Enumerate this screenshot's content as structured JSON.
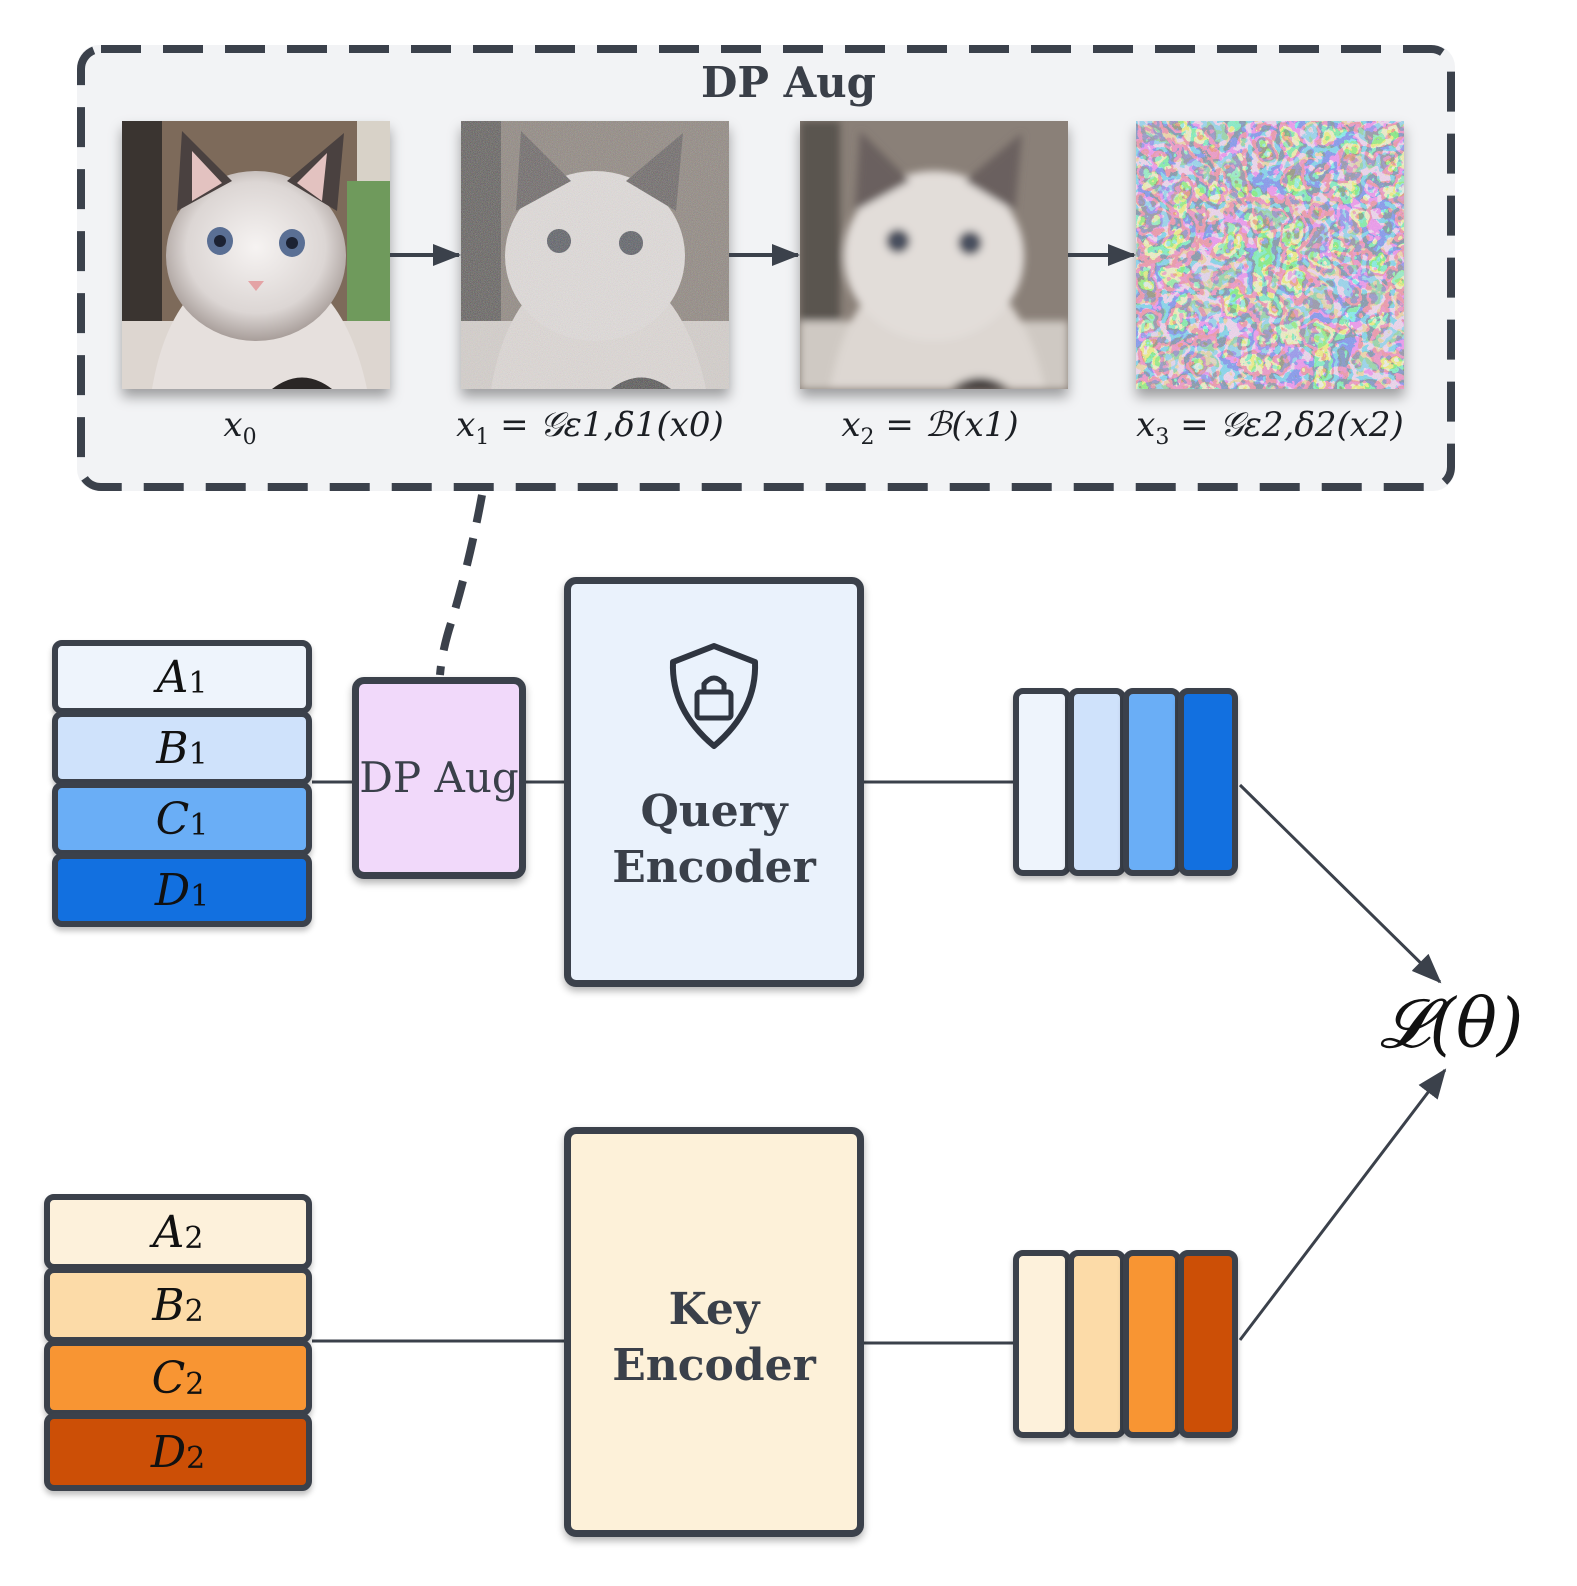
{
  "dp_panel": {
    "title": "DP Aug",
    "captions": [
      {
        "lhs": "x",
        "lhs_sub": "0",
        "rhs": ""
      },
      {
        "lhs": "x",
        "lhs_sub": "1",
        "rhs": "= 𝒢ε1,δ1(x0)"
      },
      {
        "lhs": "x",
        "lhs_sub": "2",
        "rhs": "= ℬ(x1)"
      },
      {
        "lhs": "x",
        "lhs_sub": "3",
        "rhs": "= 𝒢ε2,δ2(x2)"
      }
    ],
    "images": [
      "kitten-original",
      "kitten-gaussian-noise",
      "kitten-blurred",
      "kitten-heavy-noise"
    ]
  },
  "query_branch": {
    "stack": [
      {
        "letter": "A",
        "sub": "1",
        "color": "#eef4fc"
      },
      {
        "letter": "B",
        "sub": "1",
        "color": "#cfe2fb"
      },
      {
        "letter": "C",
        "sub": "1",
        "color": "#6aaef6"
      },
      {
        "letter": "D",
        "sub": "1",
        "color": "#1270e0"
      }
    ],
    "aug_box": {
      "label": "DP Aug",
      "color": "#f1d9fa"
    },
    "encoder": {
      "line1": "Query",
      "line2": "Encoder",
      "color": "#eaf2fc",
      "icon": "shield-lock-icon"
    },
    "vector_colors": [
      "#eef4fc",
      "#cfe2fb",
      "#6aaef6",
      "#1270e0"
    ]
  },
  "key_branch": {
    "stack": [
      {
        "letter": "A",
        "sub": "2",
        "color": "#fdf1db"
      },
      {
        "letter": "B",
        "sub": "2",
        "color": "#fcdba8"
      },
      {
        "letter": "C",
        "sub": "2",
        "color": "#f89533"
      },
      {
        "letter": "D",
        "sub": "2",
        "color": "#cc4f06"
      }
    ],
    "encoder": {
      "line1": "Key",
      "line2": "Encoder",
      "color": "#fdf1d9"
    },
    "vector_colors": [
      "#fdf1db",
      "#fcdba8",
      "#f89533",
      "#cc4f06"
    ]
  },
  "loss": {
    "text": "𝓛(θ)"
  },
  "colors": {
    "stroke": "#3b414b",
    "panel_bg": "#f2f3f5"
  }
}
